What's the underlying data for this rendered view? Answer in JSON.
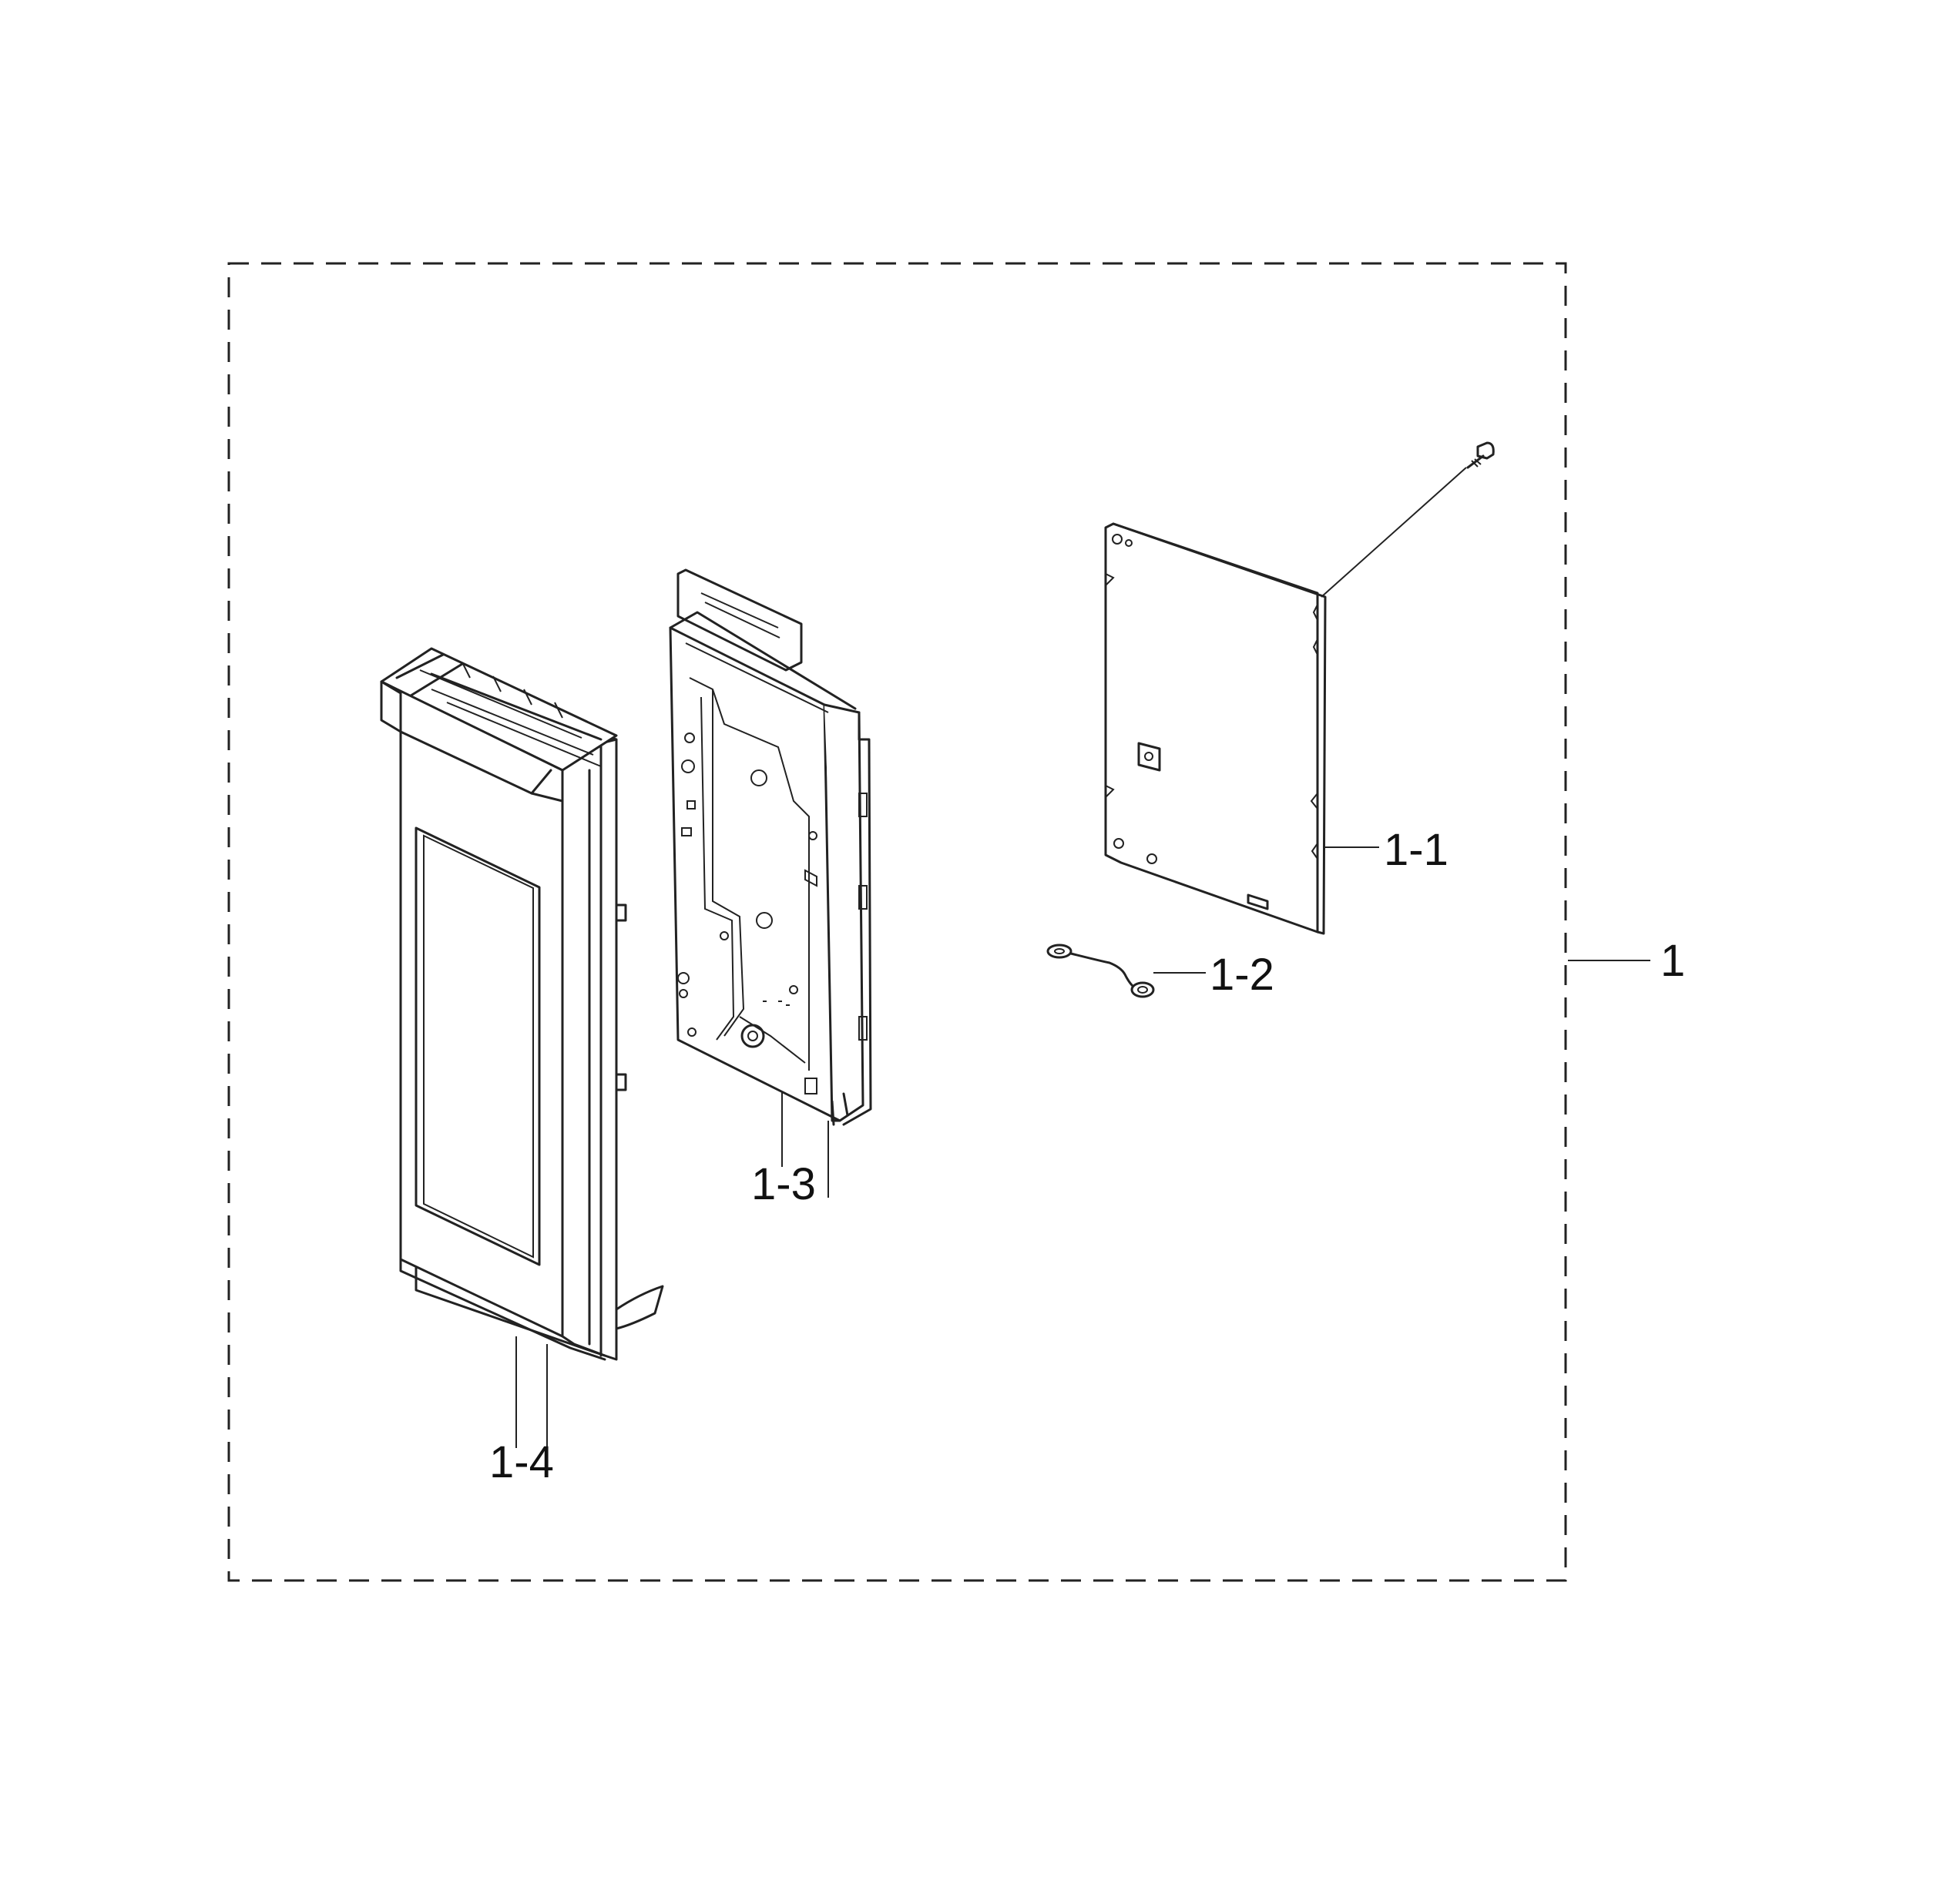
{
  "labels": {
    "assembly": "1",
    "pcb_cover": "1-1",
    "wire": "1-2",
    "bracket": "1-3",
    "panel": "1-4"
  },
  "icons": {
    "screw": "screw-icon",
    "wire": "ground-wire-icon"
  }
}
